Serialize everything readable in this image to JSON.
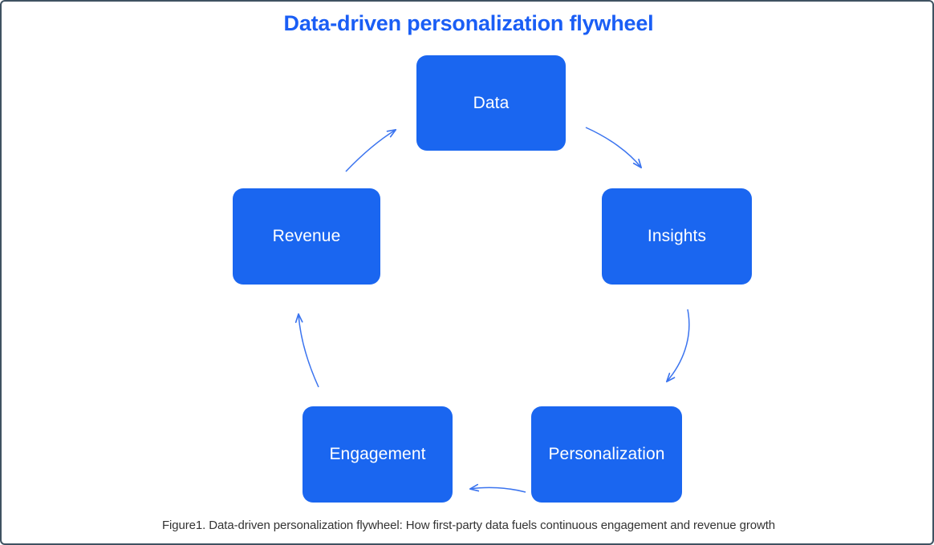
{
  "figure": {
    "title": "Data-driven personalization flywheel",
    "caption": "Figure1. Data-driven personalization flywheel: How first-party data fuels continuous engagement and revenue growth",
    "colors": {
      "node_fill": "#1a66f0",
      "node_text": "#ffffff",
      "title_text": "#1a5ef5",
      "arrow_stroke": "#3b74ef",
      "caption_text": "#333333",
      "frame_border": "#3f5261",
      "background": "#ffffff"
    }
  },
  "diagram": {
    "type": "cycle",
    "direction": "clockwise",
    "nodes": [
      {
        "id": "data",
        "label": "Data"
      },
      {
        "id": "insights",
        "label": "Insights"
      },
      {
        "id": "personalization",
        "label": "Personalization"
      },
      {
        "id": "engagement",
        "label": "Engagement"
      },
      {
        "id": "revenue",
        "label": "Revenue"
      }
    ],
    "edges": [
      {
        "from": "data",
        "to": "insights",
        "style": "curved-arrow"
      },
      {
        "from": "insights",
        "to": "personalization",
        "style": "curved-arrow"
      },
      {
        "from": "personalization",
        "to": "engagement",
        "style": "curved-arrow"
      },
      {
        "from": "engagement",
        "to": "revenue",
        "style": "curved-arrow"
      },
      {
        "from": "revenue",
        "to": "data",
        "style": "curved-arrow"
      }
    ]
  }
}
